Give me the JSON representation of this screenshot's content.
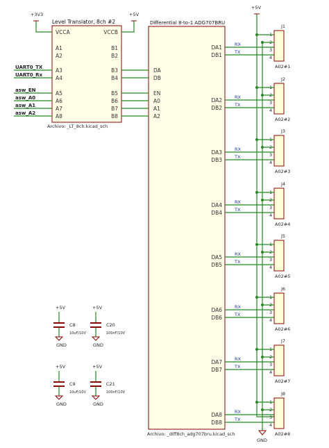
{
  "lt": {
    "title": "Level Translator, 8ch #2",
    "file": "Archivo: _LT_8ch.kicad_sch",
    "left": [
      "VCCA",
      "A1",
      "A2",
      "A3",
      "A4",
      "A5",
      "A6",
      "A7",
      "A8"
    ],
    "right": [
      "VCCB",
      "B1",
      "B2",
      "B3",
      "B4",
      "B5",
      "B6",
      "B7",
      "B8"
    ]
  },
  "diff": {
    "title": "Differential 8-to-1 ADG707BRU",
    "file": "Archivo: _diff8ch_adg707bru.kicad_sch",
    "pins": [
      "DA1",
      "DB1",
      "DA2",
      "DB2",
      "DA3",
      "DB3",
      "DA4",
      "DB4",
      "DA5",
      "DB5",
      "DA6",
      "DB6",
      "DA7",
      "DB7",
      "DA8",
      "DB8"
    ]
  },
  "power": {
    "p33": "+3V3",
    "p5": "+5V",
    "gnd": "GND"
  },
  "nets_in": [
    "UART0_TX",
    "UART0_Rx",
    "asw_EN",
    "asw_A0",
    "asw_A1",
    "asw_A2"
  ],
  "nets_mid": [
    "DA",
    "DB",
    "EN",
    "A0",
    "A1",
    "A2"
  ],
  "rx": "RX",
  "tx": "TX",
  "connectors": [
    {
      "ref": "J1",
      "val": "A02#1"
    },
    {
      "ref": "J2",
      "val": "A02#2"
    },
    {
      "ref": "J3",
      "val": "A02#3"
    },
    {
      "ref": "J4",
      "val": "A02#4"
    },
    {
      "ref": "J5",
      "val": "A02#5"
    },
    {
      "ref": "J6",
      "val": "A02#6"
    },
    {
      "ref": "J7",
      "val": "A02#7"
    },
    {
      "ref": "J8",
      "val": "A02#8"
    }
  ],
  "pin_nums": [
    "1",
    "2",
    "3",
    "4"
  ],
  "caps": [
    {
      "ref": "C8",
      "val": "10uF/10V"
    },
    {
      "ref": "C20",
      "val": "100nF/10V"
    },
    {
      "ref": "C9",
      "val": "10uF/10V"
    },
    {
      "ref": "C21",
      "val": "100nF/10V"
    }
  ]
}
